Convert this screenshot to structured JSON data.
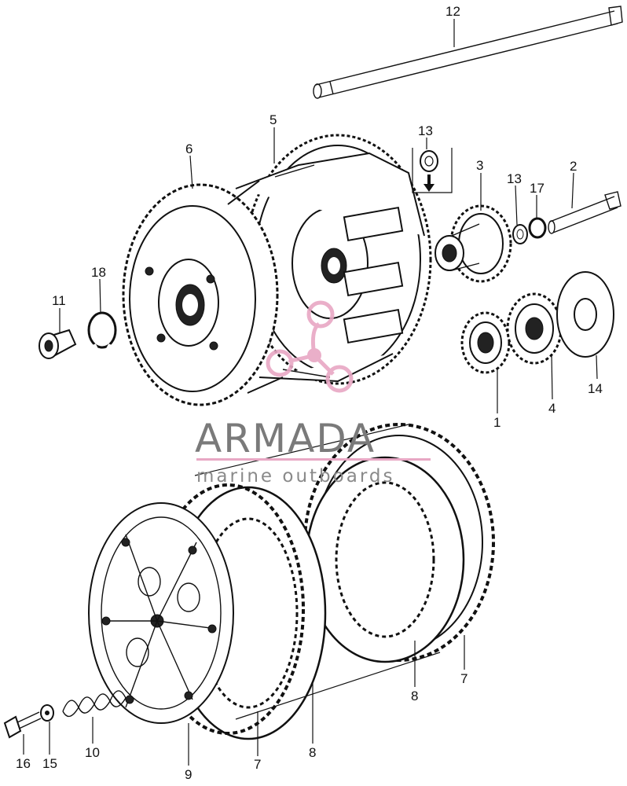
{
  "brand": {
    "name": "ARMADA",
    "tagline": "marine outboards",
    "logo_color": "#e8a7c4"
  },
  "callouts": [
    {
      "id": "c12",
      "text": "12"
    },
    {
      "id": "c5",
      "text": "5"
    },
    {
      "id": "c6",
      "text": "6"
    },
    {
      "id": "c13a",
      "text": "13"
    },
    {
      "id": "c3",
      "text": "3"
    },
    {
      "id": "c13b",
      "text": "13"
    },
    {
      "id": "c17",
      "text": "17"
    },
    {
      "id": "c2",
      "text": "2"
    },
    {
      "id": "c18",
      "text": "18"
    },
    {
      "id": "c11",
      "text": "11"
    },
    {
      "id": "c14",
      "text": "14"
    },
    {
      "id": "c1",
      "text": "1"
    },
    {
      "id": "c4",
      "text": "4"
    },
    {
      "id": "c7a",
      "text": "7"
    },
    {
      "id": "c8a",
      "text": "8"
    },
    {
      "id": "c8b",
      "text": "8"
    },
    {
      "id": "c7b",
      "text": "7"
    },
    {
      "id": "c16",
      "text": "16"
    },
    {
      "id": "c15",
      "text": "15"
    },
    {
      "id": "c10",
      "text": "10"
    },
    {
      "id": "c9",
      "text": "9"
    }
  ]
}
